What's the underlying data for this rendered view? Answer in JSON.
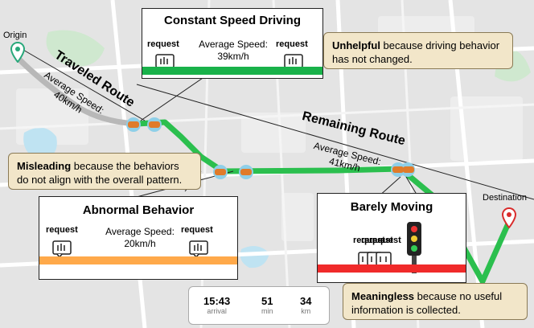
{
  "colors": {
    "route_traveled": "#b8b8b8",
    "route_remaining": "#2bbf4e",
    "bar_constant": "#19b24a",
    "bar_abnormal": "#ffa94a",
    "bar_barely": "#f02a2a",
    "note_bg": "#f2e6c9"
  },
  "map": {
    "origin": "Origin",
    "destination": "Destination",
    "traveled": {
      "label": "Traveled Route",
      "speed_line1": "Average Speed:",
      "speed_line2": "40km/h"
    },
    "remaining": {
      "label": "Remaining Route",
      "speed_line1": "Average Speed:",
      "speed_line2": "41km/h"
    }
  },
  "panels": {
    "constant": {
      "title": "Constant Speed Driving",
      "req_left": "request",
      "req_right": "request",
      "speed_line1": "Average Speed:",
      "speed_line2": "39km/h"
    },
    "abnormal": {
      "title": "Abnormal Behavior",
      "req_left": "request",
      "req_right": "request",
      "speed_line1": "Average Speed:",
      "speed_line2": "20km/h"
    },
    "barely": {
      "title": "Barely Moving",
      "req_label": "request",
      "req_label_2": "request",
      "req_label_3": "request"
    }
  },
  "notes": {
    "unhelpful": {
      "bold": "Unhelpful",
      "rest": " because driving behavior has not changed."
    },
    "misleading": {
      "bold": "Misleading",
      "rest": " because the behaviors do not align with the overall pattern."
    },
    "meaningless": {
      "bold": "Meaningless",
      "rest": " because no useful information is collected."
    }
  },
  "trip": {
    "arrival": {
      "value": "15:43",
      "unit": "arrival"
    },
    "duration": {
      "value": "51",
      "unit": "min"
    },
    "distance": {
      "value": "34",
      "unit": "km"
    }
  },
  "icons": [
    "origin-pin-icon",
    "destination-pin-icon",
    "car-icon",
    "request-signal-icon",
    "traffic-light-icon"
  ]
}
